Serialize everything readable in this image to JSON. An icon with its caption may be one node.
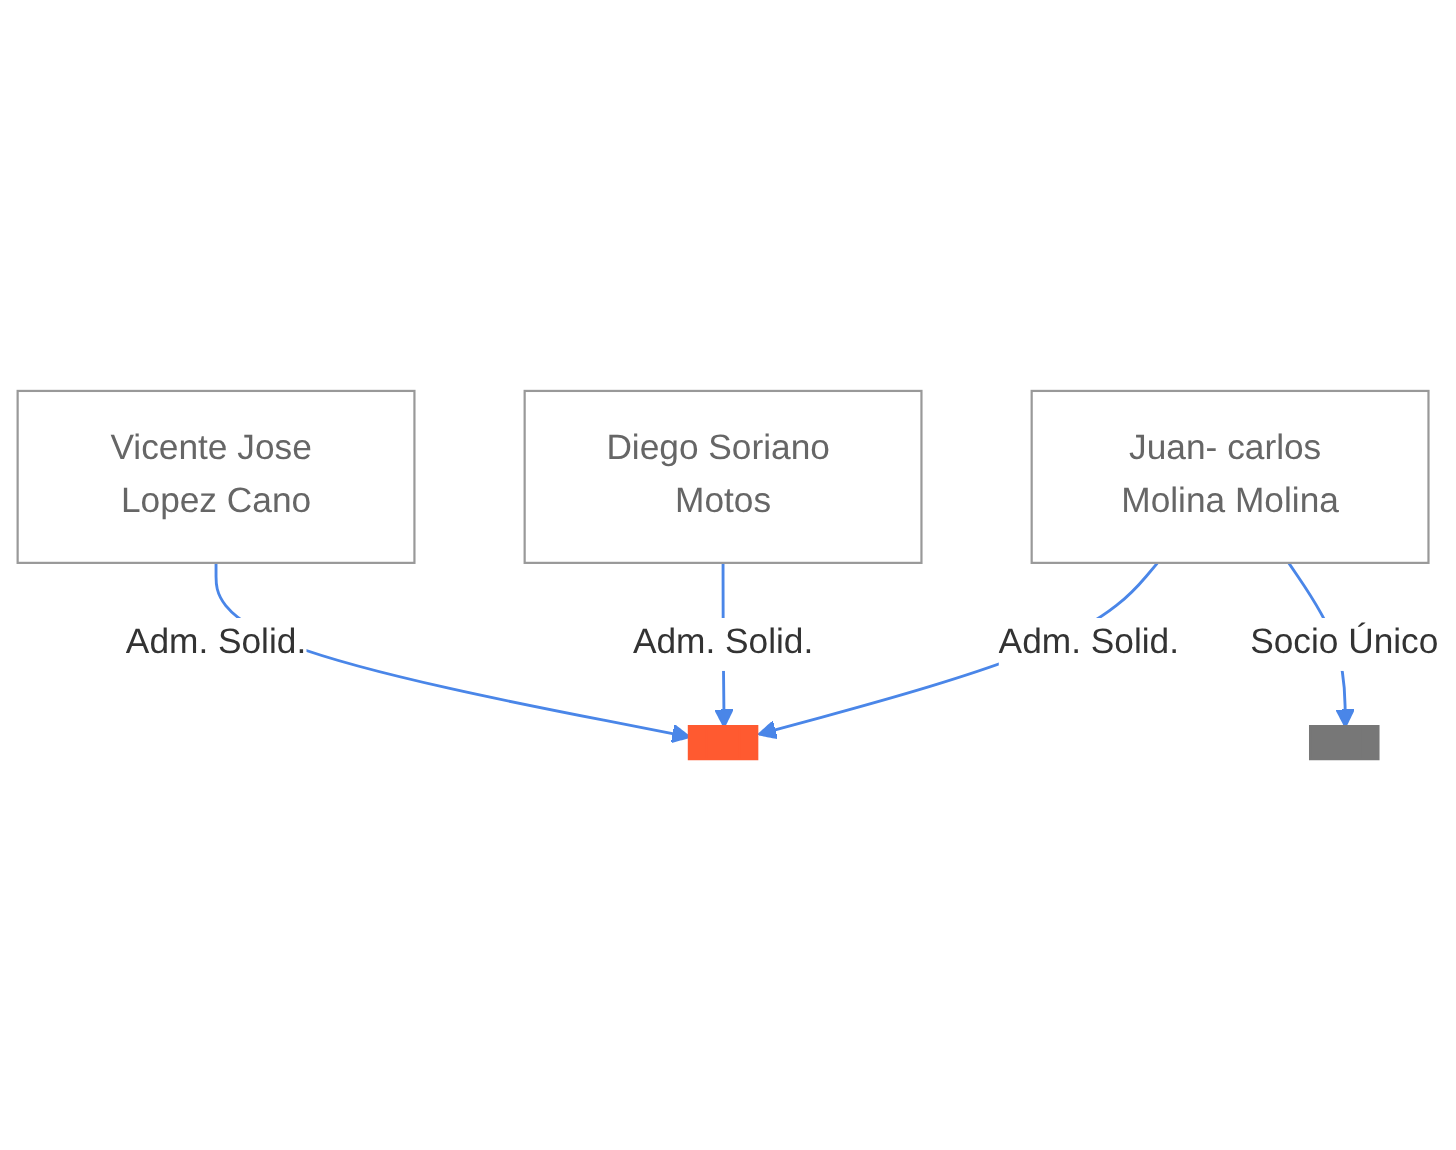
{
  "diagram": {
    "nodes": [
      {
        "text": [
          "Vicente Jose Lopez Cano"
        ]
      },
      {
        "text": [],
        "shape": "building"
      },
      {
        "text": [
          "Diego Soriano Motos"
        ]
      },
      {
        "text": [],
        "shape": "building"
      },
      {
        "text": [
          "Juan- carlos Molina Molina"
        ]
      }
    ],
    "edges": [
      {
        "from": 0,
        "to": 1,
        "arrow": "to",
        "label": "Adm. Solid."
      },
      {
        "from": 2,
        "to": 1,
        "arrow": "to",
        "label": "Adm. Solid."
      },
      {
        "from": 4,
        "to": 1,
        "arrow": "to",
        "label": "Adm. Solid."
      },
      {
        "from": 4,
        "to": 3,
        "arrow": "to",
        "label": "Socio Único"
      }
    ]
  }
}
